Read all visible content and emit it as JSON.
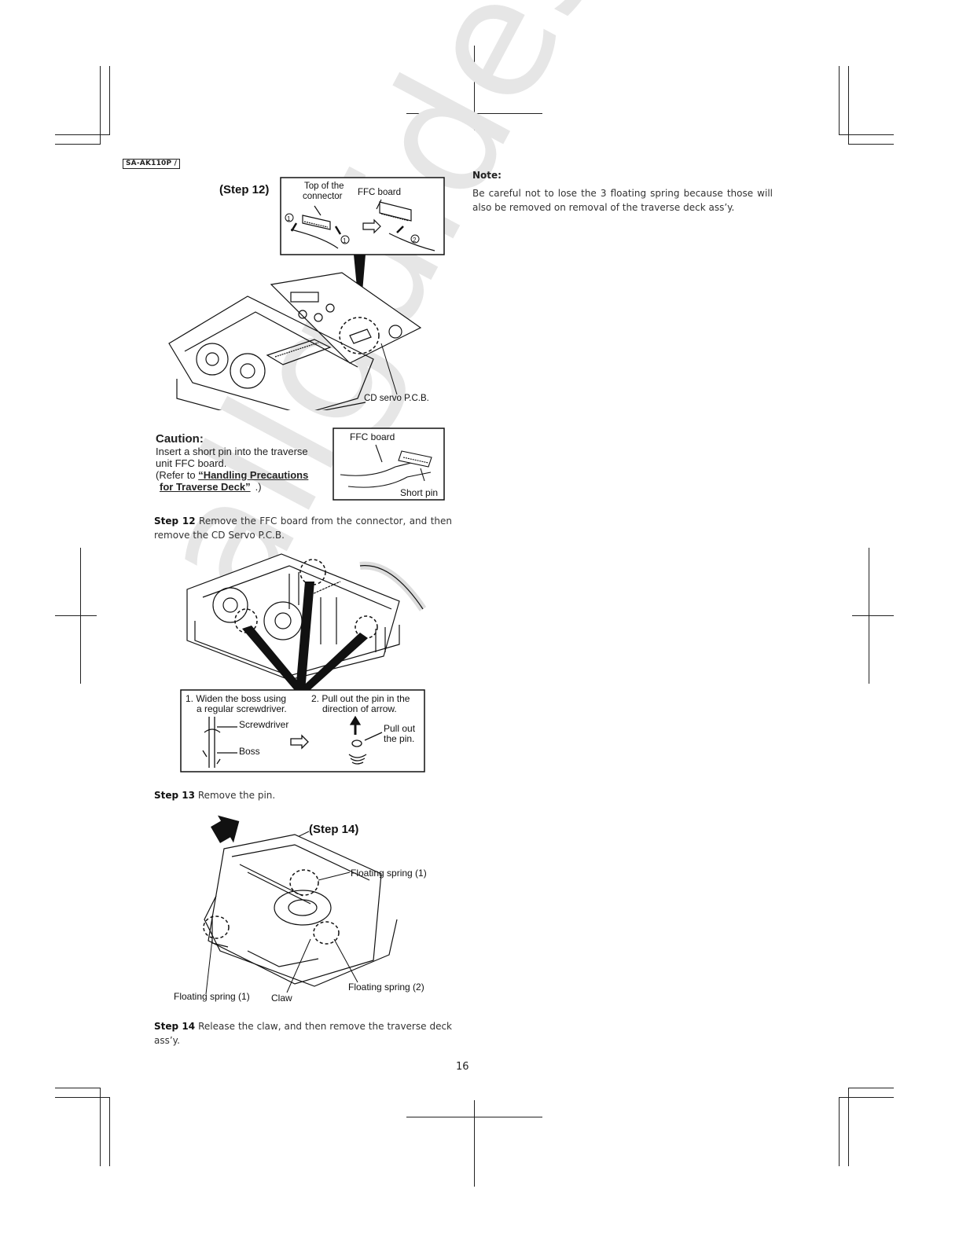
{
  "header": {
    "doc_id": "SA-AK110P /"
  },
  "watermark": "allguides.com",
  "figure_step12": {
    "step_label": "(Step 12)",
    "top_of_connector": "Top of the\nconnector",
    "ffc_board": "FFC board",
    "cd_servo": "CD servo P.C.B."
  },
  "caution": {
    "title": "Caution:",
    "line1": "Insert a short pin into the traverse",
    "line2": "unit FFC board.",
    "line3_prefix": "(Refer to ",
    "line3_link": "“Handling Precautions",
    "line4_link": "for Traverse Deck”",
    "line4_suffix": ".)",
    "ffc_board": "FFC board",
    "short_pin": "Short pin"
  },
  "step12_text": {
    "label": "Step 12",
    "body": "Remove the FFC board from the connector, and then remove the CD Servo P.C.B."
  },
  "figure_step13": {
    "instr1": "1. Widen the boss using\n    a regular screwdriver.",
    "instr2": "2. Pull out the pin in the\n    direction of arrow.",
    "screwdriver": "Screwdriver",
    "boss": "Boss",
    "pull_out": "Pull out\nthe pin."
  },
  "step13_text": {
    "label": "Step 13",
    "body": "Remove the pin."
  },
  "figure_step14": {
    "step_label": "(Step 14)",
    "floating_spring_1_top": "Floating spring (1)",
    "floating_spring_1_left": "Floating spring (1)",
    "floating_spring_2": "Floating spring (2)",
    "claw": "Claw"
  },
  "step14_text": {
    "label": "Step 14",
    "body": "Release the claw, and then remove the traverse deck ass’y."
  },
  "note": {
    "title": "Note:",
    "body": "Be careful not to lose the 3 floating spring because those will also be removed on removal of the traverse deck ass’y."
  },
  "page_number": "16"
}
